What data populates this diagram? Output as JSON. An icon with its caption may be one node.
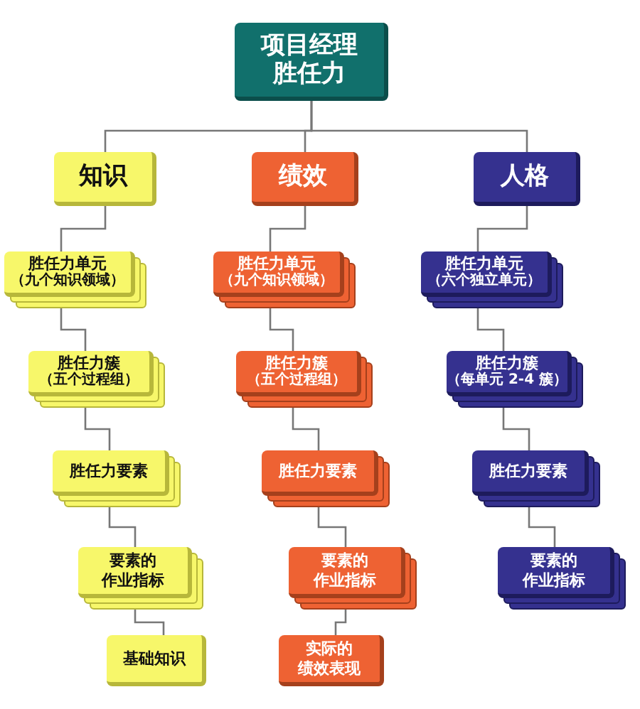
{
  "diagram": {
    "nodes": [
      {
        "text": [
          "项目经理",
          "胜任力"
        ]
      },
      {
        "text": [
          "知识"
        ]
      },
      {
        "text": [
          "绩效"
        ]
      },
      {
        "text": [
          "人格"
        ]
      },
      {
        "text": [
          "胜任力单元",
          "（九个知识领域）"
        ]
      },
      {
        "text": [
          "胜任力簇",
          "（五个过程组）"
        ]
      },
      {
        "text": [
          "胜任力要素"
        ]
      },
      {
        "text": [
          "要素的",
          "作业指标"
        ]
      },
      {
        "text": [
          "基础知识"
        ]
      },
      {
        "text": [
          "胜任力单元",
          "（九个知识领域）"
        ]
      },
      {
        "text": [
          "胜任力簇",
          "（五个过程组）"
        ]
      },
      {
        "text": [
          "胜任力要素"
        ]
      },
      {
        "text": [
          "要素的",
          "作业指标"
        ]
      },
      {
        "text": [
          "实际的",
          "绩效表现"
        ]
      },
      {
        "text": [
          "胜任力单元",
          "（六个独立单元）"
        ]
      },
      {
        "text": [
          "胜任力簇",
          "（每单元 2-4 簇）"
        ]
      },
      {
        "text": [
          "胜任力要素"
        ]
      },
      {
        "text": [
          "要素的",
          "作业指标"
        ]
      }
    ],
    "edges": [
      {
        "from": 0,
        "to": 1,
        "arrow": "none"
      },
      {
        "from": 0,
        "to": 2,
        "arrow": "none"
      },
      {
        "from": 0,
        "to": 3,
        "arrow": "none"
      },
      {
        "from": 1,
        "to": 4,
        "arrow": "none"
      },
      {
        "from": 4,
        "to": 5,
        "arrow": "none"
      },
      {
        "from": 5,
        "to": 6,
        "arrow": "none"
      },
      {
        "from": 6,
        "to": 7,
        "arrow": "none"
      },
      {
        "from": 7,
        "to": 8,
        "arrow": "none"
      },
      {
        "from": 2,
        "to": 9,
        "arrow": "none"
      },
      {
        "from": 9,
        "to": 10,
        "arrow": "none"
      },
      {
        "from": 10,
        "to": 11,
        "arrow": "none"
      },
      {
        "from": 11,
        "to": 12,
        "arrow": "none"
      },
      {
        "from": 12,
        "to": 13,
        "arrow": "none"
      },
      {
        "from": 3,
        "to": 14,
        "arrow": "none"
      },
      {
        "from": 14,
        "to": 15,
        "arrow": "none"
      },
      {
        "from": 15,
        "to": 16,
        "arrow": "none"
      },
      {
        "from": 16,
        "to": 17,
        "arrow": "none"
      }
    ]
  }
}
